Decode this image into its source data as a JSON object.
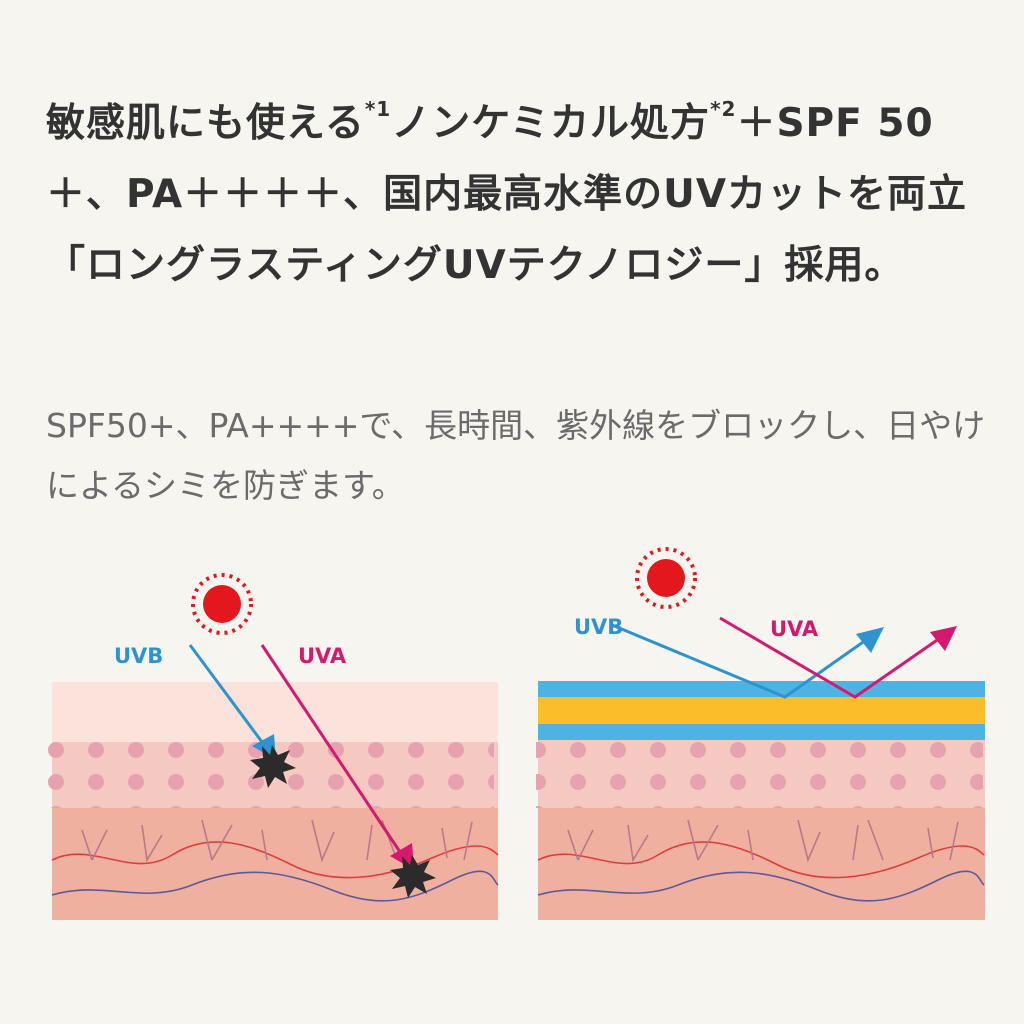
{
  "heading": {
    "part1": "敏感肌にも使える",
    "sup1": "*1",
    "part2": "ノンケミカル処方",
    "sup2": "*2",
    "part3": "＋SPF 50＋、PA＋＋＋＋、国内最高水準のUVカットを両立「ロングラスティングUVテクノロジー」採用。"
  },
  "subtext": "SPF50+、PA++++で、長時間、紫外線をブロックし、日やけによるシミを防ぎます。",
  "diagram_without": {
    "uvb_label": "UVB",
    "uva_label": "UVA"
  },
  "diagram_with": {
    "uvb_label": "UVB",
    "uva_label": "UVA"
  },
  "colors": {
    "uvb": "#2f93cf",
    "uva": "#d4196f",
    "sun": "#e3171c",
    "yellow": "#fbbd2a",
    "blue_layer": "#4fb3e1"
  }
}
